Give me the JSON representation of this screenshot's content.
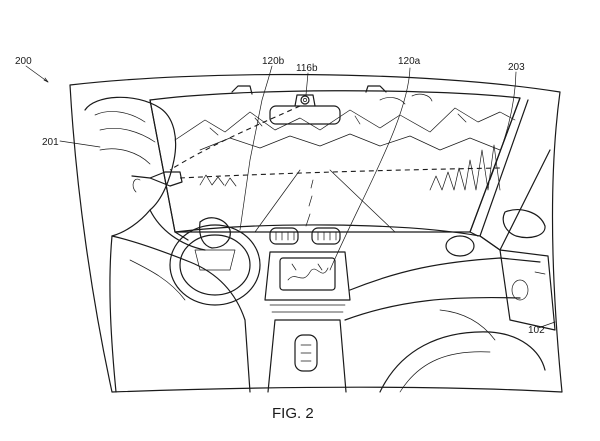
{
  "labels": {
    "ref_200": "200",
    "ref_201": "201",
    "ref_120b": "120b",
    "ref_116b": "116b",
    "ref_120a": "120a",
    "ref_203": "203",
    "ref_102": "102"
  },
  "caption": "FIG. 2",
  "colors": {
    "ink": "#1a1a1a",
    "background": "#ffffff"
  }
}
